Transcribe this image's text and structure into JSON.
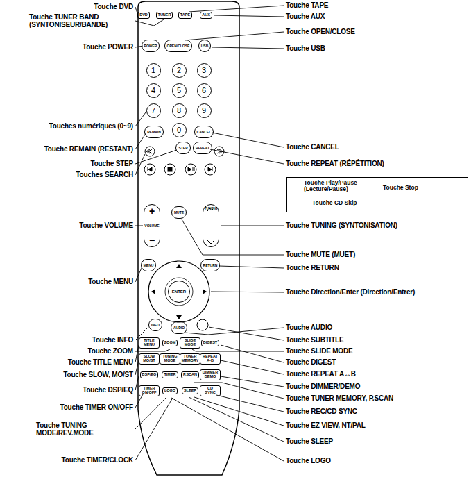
{
  "diagram": {
    "nodes": [
      {
        "text": [
          "DVD"
        ]
      },
      {
        "text": [
          "TUNER"
        ]
      },
      {
        "text": [
          "TAPE"
        ]
      },
      {
        "text": [
          "AUX"
        ]
      },
      {
        "text": [
          "POWER"
        ]
      },
      {
        "text": [
          "OPEN/CLOSE"
        ]
      },
      {
        "text": [
          "USB"
        ]
      },
      {
        "text": [
          "1"
        ]
      },
      {
        "text": [
          "2"
        ]
      },
      {
        "text": [
          "3"
        ]
      },
      {
        "text": [
          "4"
        ]
      },
      {
        "text": [
          "5"
        ]
      },
      {
        "text": [
          "6"
        ]
      },
      {
        "text": [
          "7"
        ]
      },
      {
        "text": [
          "8"
        ]
      },
      {
        "text": [
          "9"
        ]
      },
      {
        "text": [
          "REMAIN"
        ]
      },
      {
        "text": [
          "0"
        ]
      },
      {
        "text": [
          "CANCEL"
        ]
      },
      {
        "text": [
          "STEP"
        ]
      },
      {
        "text": [
          "REPEAT"
        ]
      },
      {
        "text": [
          "+",
          "VOLUME",
          "−"
        ]
      },
      {
        "text": [
          "MUTE"
        ]
      },
      {
        "text": [
          "TUNING"
        ]
      },
      {
        "text": [
          "MENU"
        ]
      },
      {
        "text": [
          "RETURN"
        ]
      },
      {
        "text": [
          "ENTER"
        ]
      },
      {
        "text": [
          "INFO"
        ]
      },
      {
        "text": [
          "AUDIO"
        ]
      },
      {
        "text": [
          "TITLE MENU"
        ]
      },
      {
        "text": [
          "ZOOM"
        ]
      },
      {
        "text": [
          "SLIDE MODE"
        ]
      },
      {
        "text": [
          "DIGEST"
        ]
      },
      {
        "text": [
          "SLOW MO/ST"
        ]
      },
      {
        "text": [
          "TUNING MODE"
        ]
      },
      {
        "text": [
          "TUNER MEMORY"
        ]
      },
      {
        "text": [
          "REPEAT A-B"
        ]
      },
      {
        "text": [
          "DSP/EQ"
        ]
      },
      {
        "text": [
          "TIMER"
        ]
      },
      {
        "text": [
          "P.SCAN"
        ]
      },
      {
        "text": [
          "DIMMER DEMO"
        ]
      },
      {
        "text": [
          "TIMER ON/OFF"
        ]
      },
      {
        "text": [
          "LOGO"
        ]
      },
      {
        "text": [
          "SLEEP"
        ]
      },
      {
        "text": [
          "CD SYNC"
        ]
      },
      {
        "text": [
          "Touche Play/Pause (Lecture/Pause)",
          "Touche Stop",
          "Touche CD Skip"
        ]
      }
    ],
    "labels": [
      "Touche DVD",
      "Touche TUNER BAND (SYNTONISEUR/BANDE)",
      "Touche POWER",
      "Touches numériques (0~9)",
      "Touche REMAIN (RESTANT)",
      "Touche STEP",
      "Touches SEARCH",
      "Touche VOLUME",
      "Touche MENU",
      "Touche INFO",
      "Touche ZOOM",
      "Touche TITLE MENU",
      "Touche SLOW, MO/ST",
      "Touche DSP/EQ",
      "Touche TIMER ON/OFF",
      "Touche TUNING MODE/REV.MODE",
      "Touche TIMER/CLOCK",
      "Touche TAPE",
      "Touche AUX",
      "Touche OPEN/CLOSE",
      "Touche USB",
      "Touche CANCEL",
      "Touche REPEAT (RÉPÉTITION)",
      "Touche TUNING (SYNTONISATION)",
      "Touche MUTE (MUET)",
      "Touche RETURN",
      "Touche Direction/Enter (Direction/Entrer)",
      "Touche AUDIO",
      "Touche SUBTITLE",
      "Touche SLIDE MODE",
      "Touche DIGEST",
      "Touche REPEAT A↔B",
      "Touche DIMMER/DEMO",
      "Touche TUNER MEMORY, P.SCAN",
      "Touche REC/CD SYNC",
      "Touche EZ VIEW, NT/PAL",
      "Touche SLEEP",
      "Touche LOGO"
    ]
  }
}
